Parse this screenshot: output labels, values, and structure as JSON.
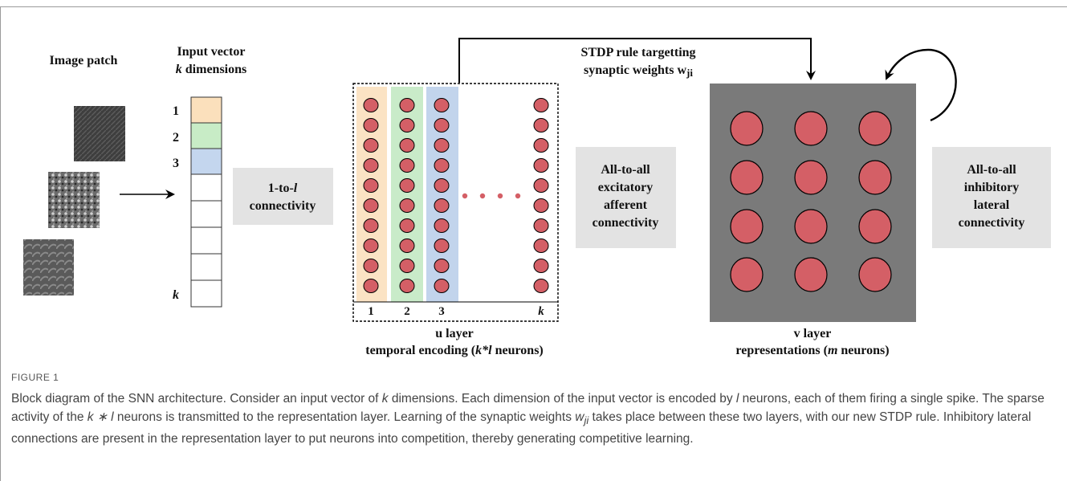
{
  "labels": {
    "image_patch": "Image patch",
    "input_vector_line1": "Input vector",
    "input_vector_dim_var": "k",
    "input_vector_dim_rest": " dimensions",
    "row_1": "1",
    "row_2": "2",
    "row_3": "3",
    "row_k": "k",
    "one_to_l_line1_prefix": "1-to-",
    "one_to_l_line1_var": "l",
    "one_to_l_line2": "connectivity",
    "col_1": "1",
    "col_2": "2",
    "col_3": "3",
    "col_k": "k",
    "u_layer": "u layer",
    "u_layer_sub_prefix": "temporal encoding  (",
    "u_layer_sub_var": "k*l",
    "u_layer_sub_suffix": " neurons)",
    "stdp_line1": "STDP rule targetting",
    "stdp_line2_prefix": "synaptic weights w",
    "stdp_line2_sub": "ji",
    "excitatory_line1": "All-to-all",
    "excitatory_line2": "excitatory",
    "excitatory_line3": "afferent",
    "excitatory_line4": "connectivity",
    "inhibitory_line1": "All-to-all",
    "inhibitory_line2": "inhibitory",
    "inhibitory_line3": "lateral",
    "inhibitory_line4": "connectivity",
    "v_layer": "v layer",
    "v_layer_sub_prefix": "representations  (",
    "v_layer_sub_var": "m",
    "v_layer_sub_suffix": " neurons)"
  },
  "colors": {
    "neuron_fill": "#d45f66",
    "col1_fill": "#fbe3c4",
    "col2_fill": "#c9ebc9",
    "col3_fill": "#c2d4ec",
    "vec_row1": "#fbe0bc",
    "vec_row2": "#c8ecc6",
    "vec_row3": "#c4d6ee",
    "box_fill": "#e3e3e3",
    "v_layer_bg": "#7a7a7a"
  },
  "caption": {
    "figure_label": "FIGURE 1",
    "p1": "Block diagram of the SNN architecture. Consider an input vector of ",
    "p1_var": "k",
    "p2": " dimensions. Each dimension of the input vector is encoded by ",
    "p2_var": "l",
    "p3": " neurons, each of them firing a single spike. The sparse activity of the ",
    "p3_var": "k ∗ l",
    "p4": " neurons is transmitted to the representation layer. Learning of the synaptic weights ",
    "p4_var": "w",
    "p4_sub": "ji",
    "p5": " takes place between these two layers, with our new STDP rule. Inhibitory lateral connections are present in the representation layer to put neurons into competition, thereby generating competitive learning."
  }
}
